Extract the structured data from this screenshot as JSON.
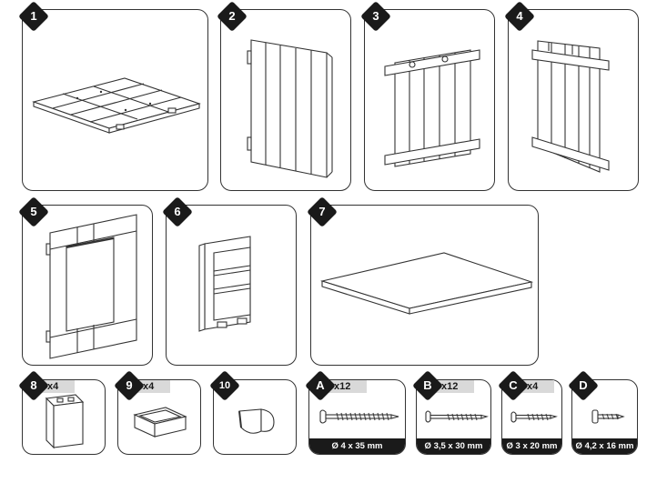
{
  "parts": [
    {
      "id": "1"
    },
    {
      "id": "2"
    },
    {
      "id": "3"
    },
    {
      "id": "4"
    },
    {
      "id": "5"
    },
    {
      "id": "6"
    },
    {
      "id": "7"
    },
    {
      "id": "8",
      "qty": "x4"
    },
    {
      "id": "9",
      "qty": "x4"
    },
    {
      "id": "10"
    }
  ],
  "hardware": [
    {
      "id": "A",
      "qty": "x12",
      "size": "Ø 4 x 35 mm"
    },
    {
      "id": "B",
      "qty": "x12",
      "size": "Ø 3,5 x 30 mm"
    },
    {
      "id": "C",
      "qty": "x4",
      "size": "Ø 3 x 20 mm"
    },
    {
      "id": "D",
      "size": "Ø 4,2 x 16 mm"
    }
  ]
}
